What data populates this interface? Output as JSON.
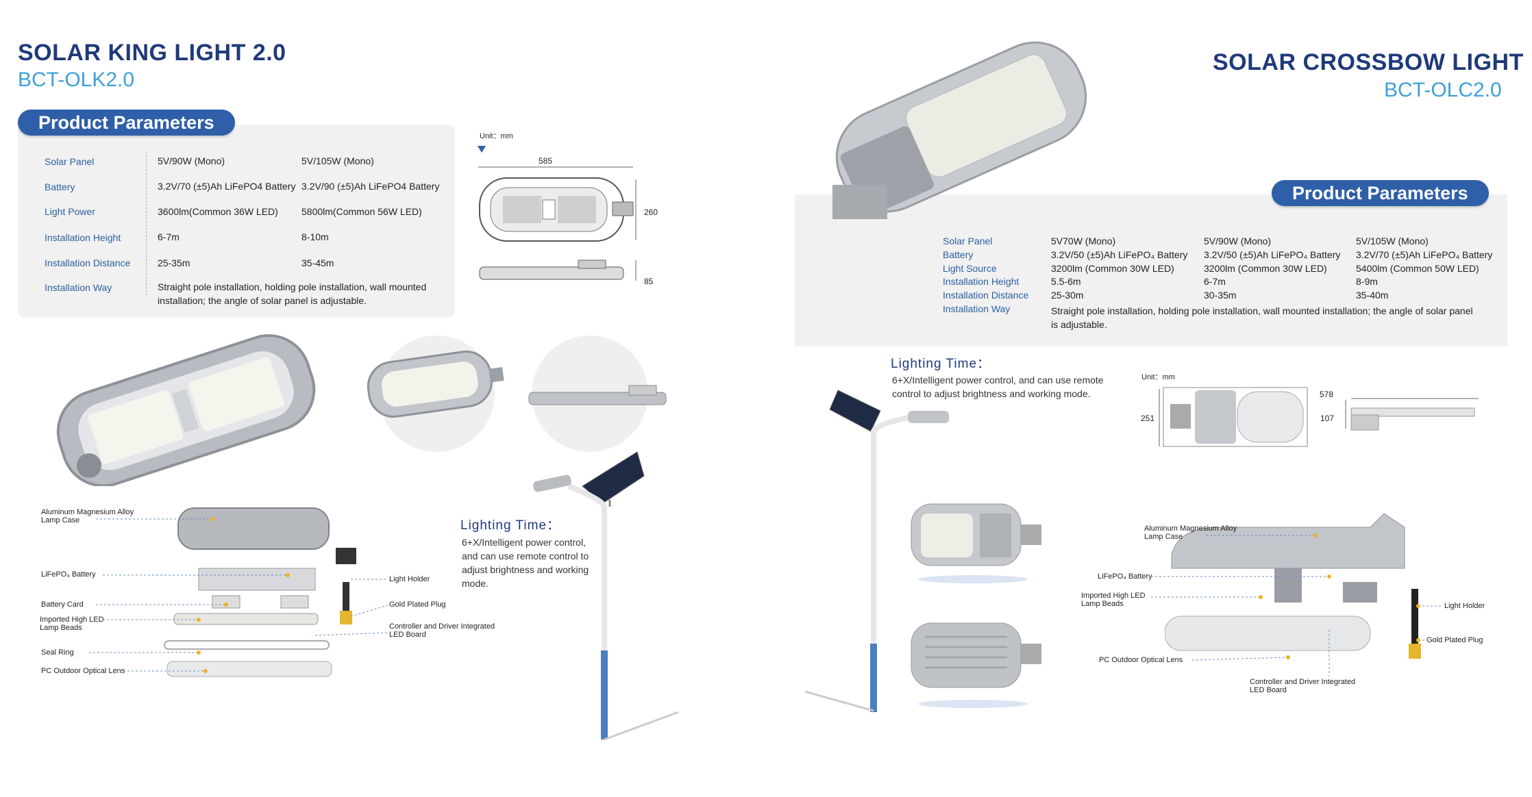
{
  "left": {
    "title": "SOLAR KING LIGHT 2.0",
    "model": "BCT-OLK2.0",
    "pill": "Product Parameters",
    "params": [
      {
        "label": "Solar Panel",
        "v1": "5V/90W (Mono)",
        "v2": "5V/105W (Mono)"
      },
      {
        "label": "Battery",
        "v1": "3.2V/70 (±5)Ah LiFePO4 Battery",
        "v2": "3.2V/90 (±5)Ah LiFePO4 Battery"
      },
      {
        "label": "Light Power",
        "v1": "3600lm(Common 36W LED)",
        "v2": "5800lm(Common 56W LED)"
      },
      {
        "label": "Installation Height",
        "v1": "6-7m",
        "v2": "8-10m"
      },
      {
        "label": "Installation Distance",
        "v1": "25-35m",
        "v2": "35-45m"
      }
    ],
    "install_label": "Installation Way",
    "install_line1": "Straight pole installation, holding pole installation, wall mounted",
    "install_line2": "installation; the angle of solar panel is adjustable.",
    "unit": "Unit：mm",
    "dims": {
      "width": "585",
      "height": "260",
      "depth": "85"
    },
    "lighting_title": "Lighting Time：",
    "lighting_lines": [
      "6+X/Intelligent power control,",
      "and can use remote control to",
      "adjust brightness and working",
      "mode."
    ],
    "parts": {
      "case1": "Aluminum Magnesium Alloy",
      "case2": "Lamp Case",
      "battery": "LiFePO₄ Battery",
      "card": "Battery Card",
      "beads1": "Imported High LED",
      "beads2": "Lamp Beads",
      "seal": "Seal Ring",
      "lens": "PC Outdoor Optical Lens",
      "holder": "Light Holder",
      "plug": "Gold Plated Plug",
      "ctrl1": "Controller and Driver Integrated",
      "ctrl2": "LED Board"
    }
  },
  "right": {
    "title": "SOLAR CROSSBOW LIGHT",
    "model": "BCT-OLC2.0",
    "pill": "Product Parameters",
    "labels": [
      "Solar Panel",
      "Battery",
      "Light Source",
      "Installation Height",
      "Installation Distance",
      "Installation Way"
    ],
    "cols": [
      [
        "5V70W (Mono)",
        "3.2V/50 (±5)Ah LiFePO₄ Battery",
        "3200lm (Common 30W LED)",
        "5.5-6m",
        "25-30m"
      ],
      [
        "5V/90W (Mono)",
        "3.2V/50 (±5)Ah LiFePO₄ Battery",
        "3200lm (Common 30W LED)",
        "6-7m",
        "30-35m"
      ],
      [
        "5V/105W (Mono)",
        "3.2V/70 (±5)Ah LiFePO₄ Battery",
        "5400lm (Common 50W LED)",
        "8-9m",
        "35-40m"
      ]
    ],
    "install_line1": "Straight pole installation, holding pole installation, wall mounted installation; the angle of solar panel",
    "install_line2": "is adjustable.",
    "lighting_title": "Lighting Time：",
    "lighting_lines": [
      "6+X/Intelligent power control, and can use remote",
      "control to adjust brightness and working mode."
    ],
    "unit": "Unit：mm",
    "dims": {
      "width": "578",
      "height": "251",
      "depth": "107"
    },
    "parts": {
      "case1": "Aluminum Magnesium Alloy",
      "case2": "Lamp Case",
      "battery": "LiFePO₄ Battery",
      "beads1": "Imported High LED",
      "beads2": "Lamp Beads",
      "lens": "PC Outdoor Optical Lens",
      "holder": "Light Holder",
      "plug": "Gold Plated Plug",
      "ctrl1": "Controller and Driver Integrated",
      "ctrl2": "LED Board"
    }
  },
  "colors": {
    "title": "#1f3a7a",
    "model": "#3ea0d8",
    "pill": "#2f5fa8",
    "panel": "#f1f1f1"
  }
}
